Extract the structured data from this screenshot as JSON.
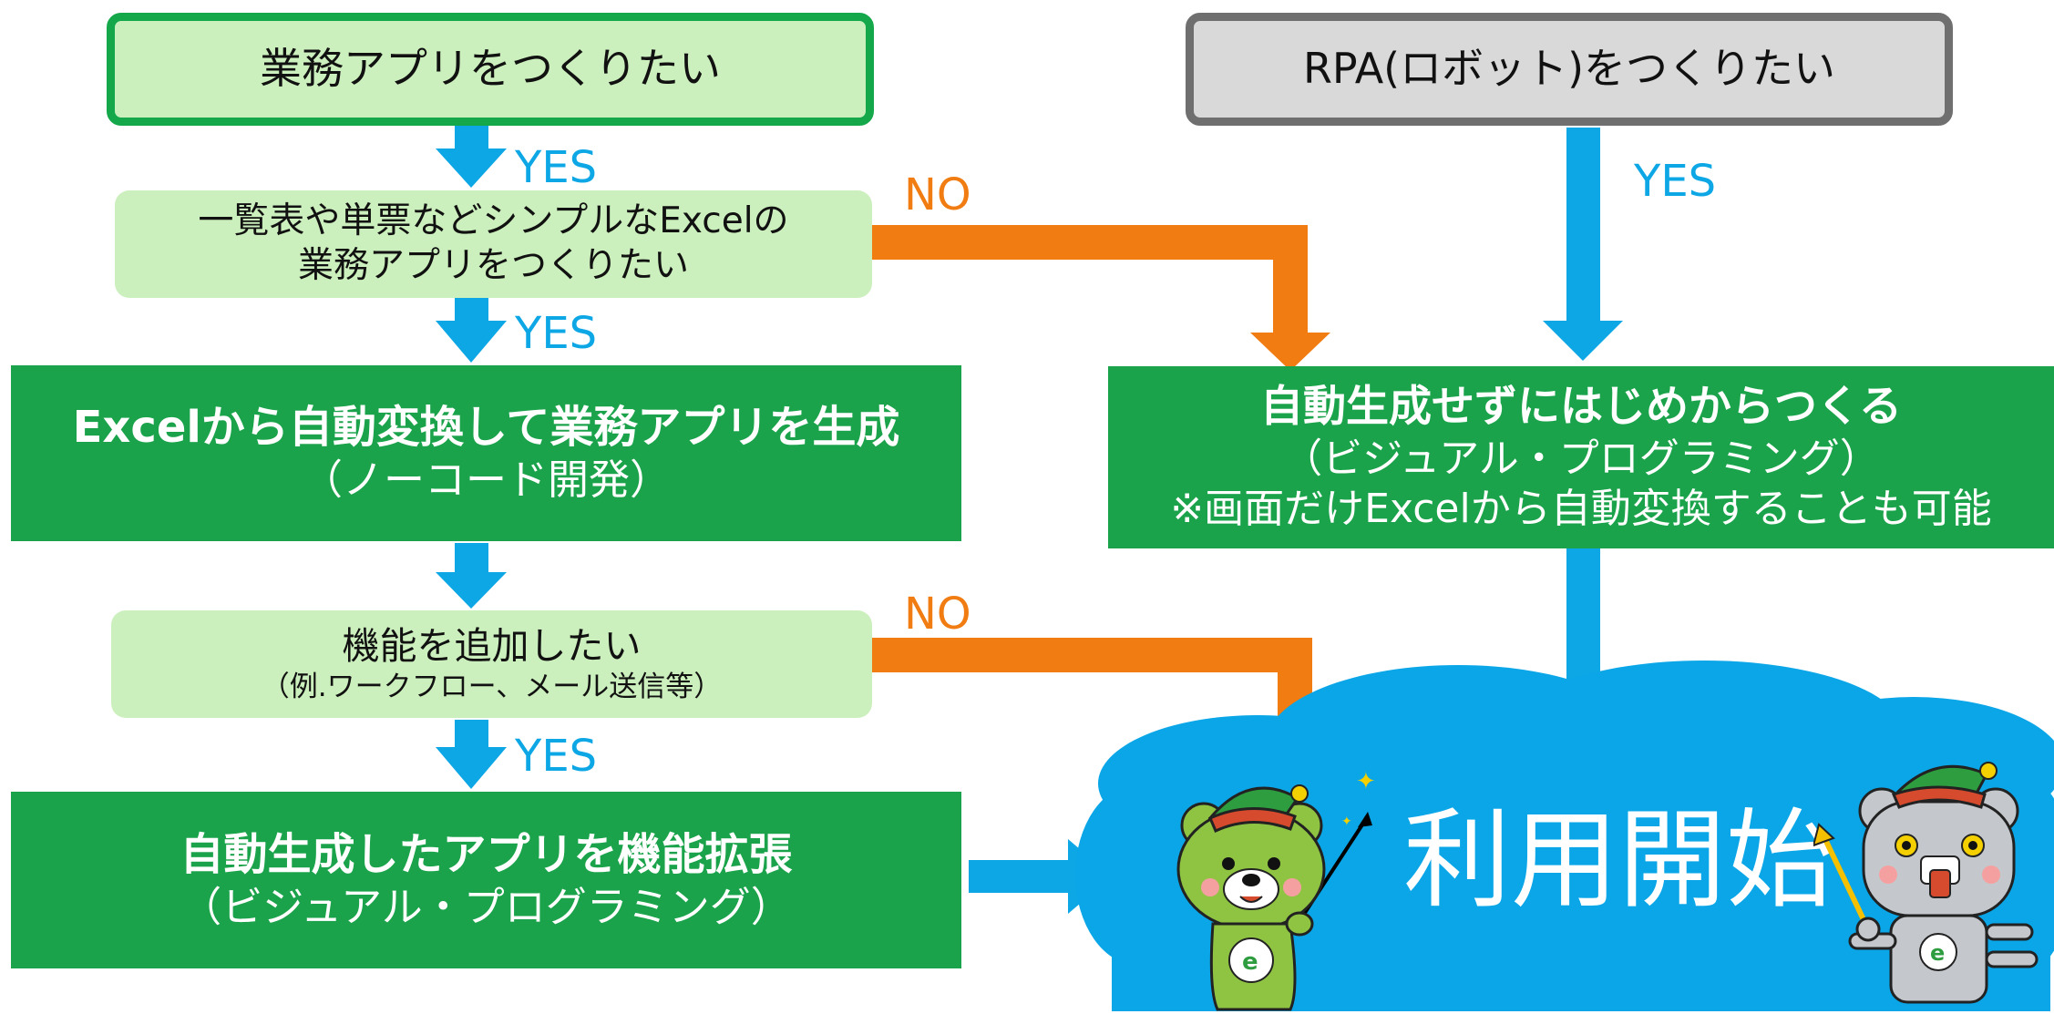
{
  "nodes": {
    "start_app": "業務アプリをつくりたい",
    "start_rpa": "RPA(ロボット)をつくりたい",
    "q_simple": [
      "一覧表や単票などシンプルなExcelの",
      "業務アプリをつくりたい"
    ],
    "auto_generate": [
      "Excelから自動変換して業務アプリを生成",
      "（ノーコード開発）"
    ],
    "q_feature": [
      "機能を追加したい",
      "（例.ワークフロー、メール送信等）"
    ],
    "extend": [
      "自動生成したアプリを機能拡張",
      "（ビジュアル・プログラミング）"
    ],
    "scratch": [
      "自動生成せずにはじめからつくる",
      "（ビジュアル・プログラミング）",
      "※画面だけExcelから自動変換することも可能"
    ],
    "start_usage": "利用開始"
  },
  "labels": {
    "yes": "YES",
    "no": "NO"
  },
  "colors": {
    "light_green": "#ccf0bd",
    "dark_green": "#1aa34a",
    "yes_arrow": "#0ea7e6",
    "no_arrow": "#f07c12",
    "cloud": "#0aa6e8",
    "gray": "#d9d9d9"
  },
  "mascots": [
    "green-bear-mascot",
    "robot-bear-mascot"
  ]
}
